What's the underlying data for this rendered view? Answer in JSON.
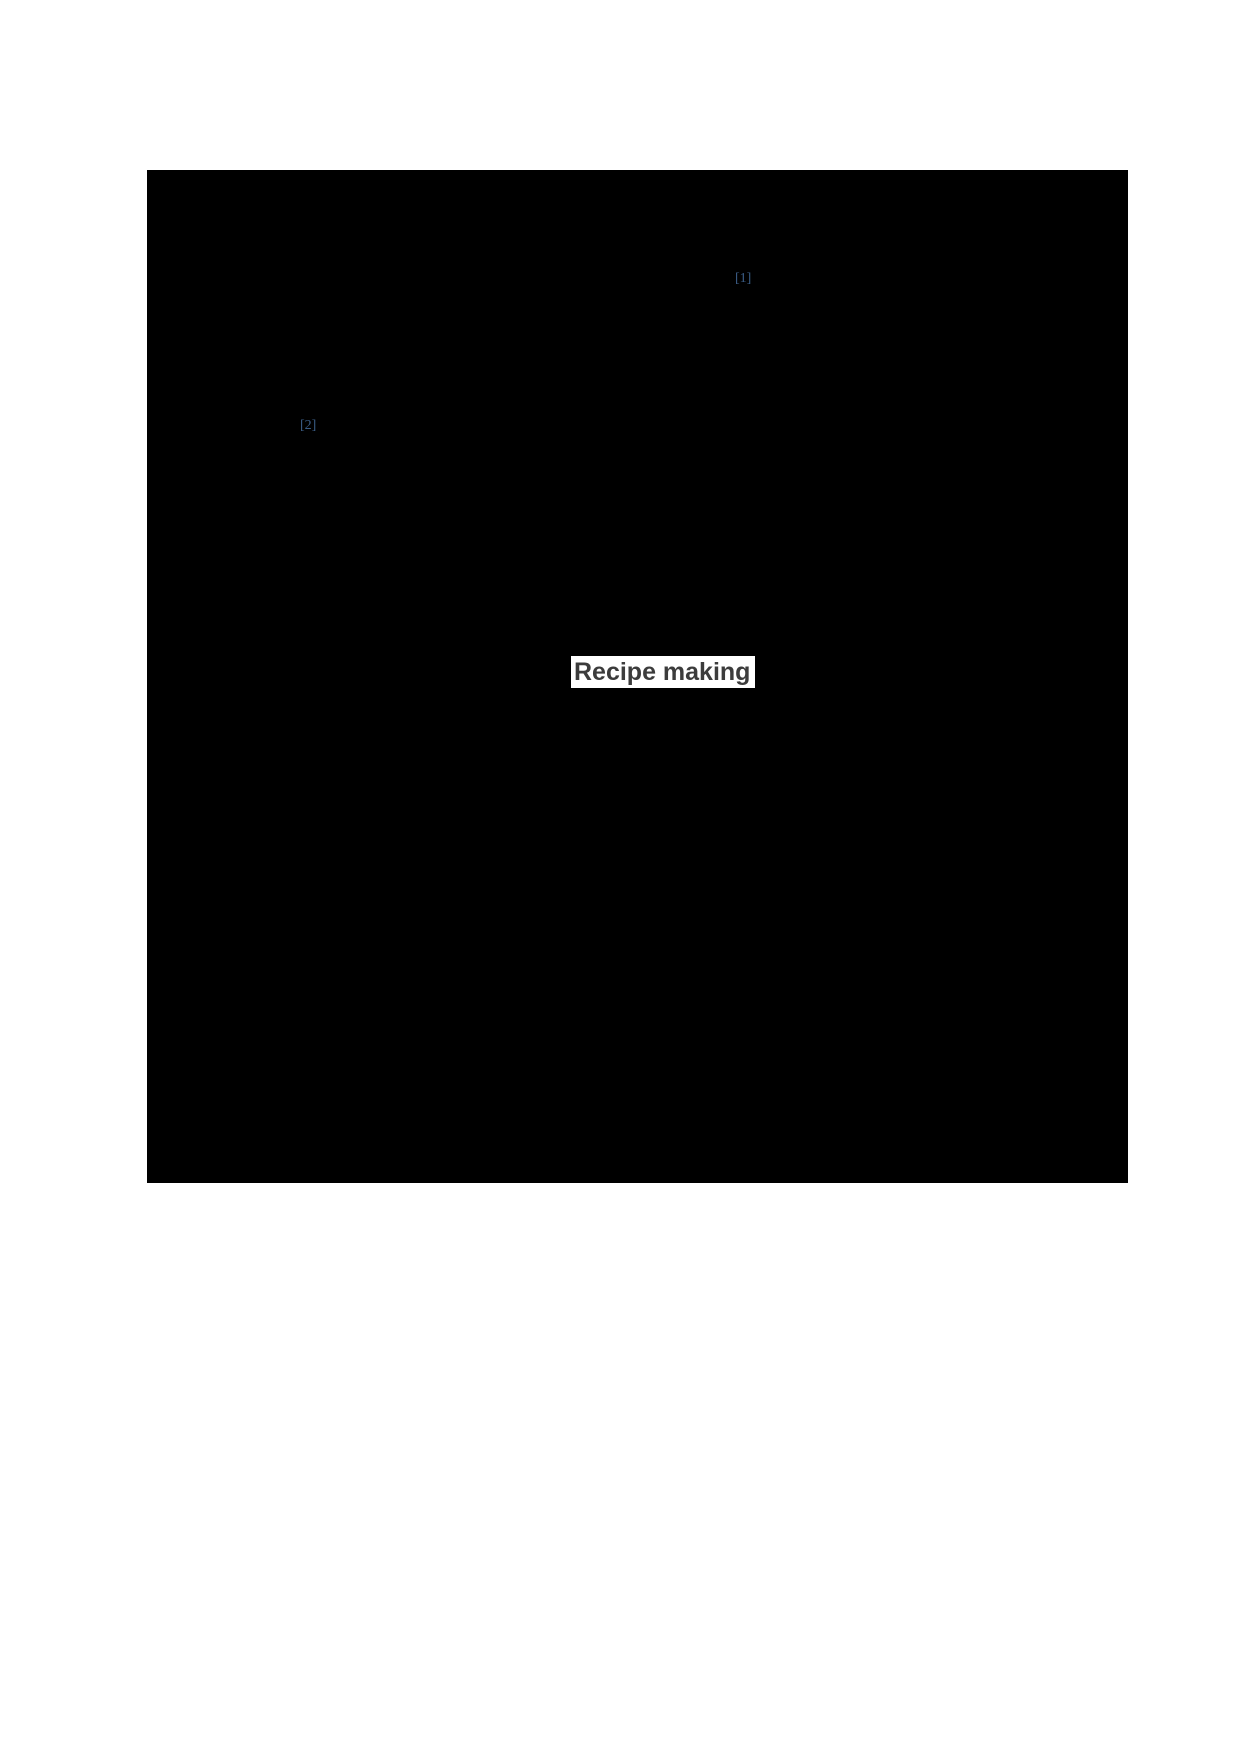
{
  "page": {
    "background_color": "#ffffff"
  },
  "figure": {
    "background_color": "#000000",
    "citation_color": "#3a5c85",
    "citations": [
      {
        "label": "[1]"
      },
      {
        "label": "[2]"
      }
    ],
    "label_box": {
      "text": "Recipe making",
      "text_color": "#3c3c3c",
      "background_color": "#ffffff"
    }
  }
}
